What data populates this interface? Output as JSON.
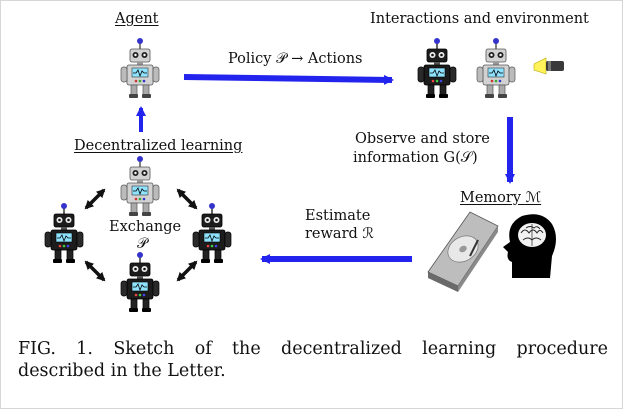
{
  "labels": {
    "agent": "Agent",
    "interactions": "Interactions and environment",
    "policy": "Policy 𝒫 → Actions",
    "observe_line1": "Observe and store",
    "observe_line2": "information G(𝒮)",
    "memory": "Memory ℳ",
    "estimate_line1": "Estimate",
    "estimate_line2": "reward ℛ",
    "decentralized": "Decentralized learning",
    "exchange": "Exchange",
    "exchange_symbol": "𝒫"
  },
  "caption": {
    "line1": "FIG. 1. Sketch of the decentralized learning procedure",
    "line2": "described in the Letter."
  },
  "icons": [
    "robot-icon",
    "robot-icon-dark",
    "flashlight-icon",
    "hard-drive-icon",
    "brain-head-icon"
  ],
  "colors": {
    "arrow": "#2323ee",
    "exchange_arrow": "#111111",
    "robot_body_light": "#d2d2d2",
    "robot_body_dark": "#1c1c1c",
    "robot_screen": "#8fe3ff",
    "robot_antenna": "#3434cc",
    "flashlight_beam": "#fff25a"
  }
}
